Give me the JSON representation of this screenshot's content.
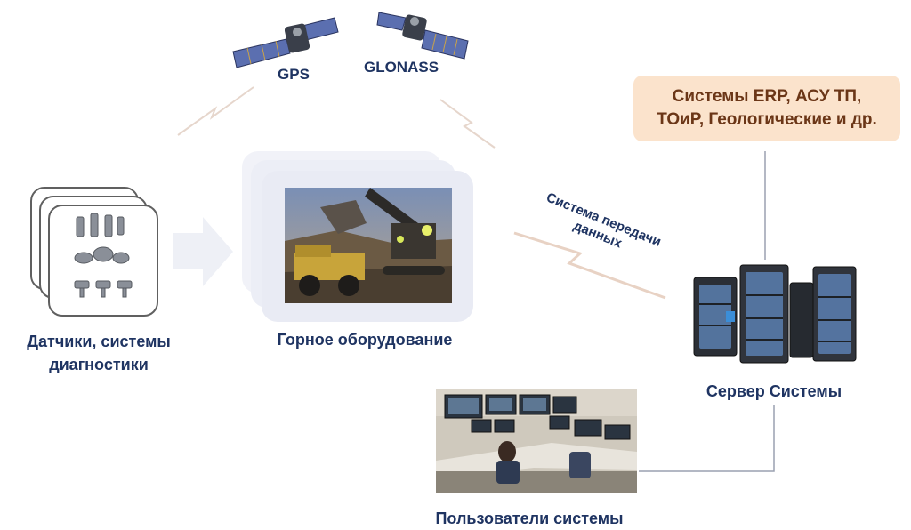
{
  "labels": {
    "gps": "GPS",
    "glonass": "GLONASS",
    "erp_line1": "Системы ERP, АСУ ТП,",
    "erp_line2": "ТОиР, Геологические и др.",
    "transmission_line1": "Система передачи",
    "transmission_line2": "данных",
    "sensors_line1": "Датчики, системы",
    "sensors_line2": "диагностики",
    "mining_equipment": "Горное оборудование",
    "server": "Сервер Системы",
    "users": "Пользователи системы"
  },
  "colors": {
    "label_text": "#1f3462",
    "erp_box_bg": "#fbe3cc",
    "erp_text": "#6b3617",
    "arrow_fill": "#eef0f6",
    "connector_line": "#9aa0b0",
    "signal_bolt": "#e8d2c4"
  },
  "icons": {
    "satellites": [
      "satellite-icon",
      "satellite-icon"
    ],
    "sensors": [
      "sensor-icon"
    ],
    "server": [
      "server-rack-icon"
    ],
    "signals": [
      "lightning-signal-icon"
    ]
  }
}
